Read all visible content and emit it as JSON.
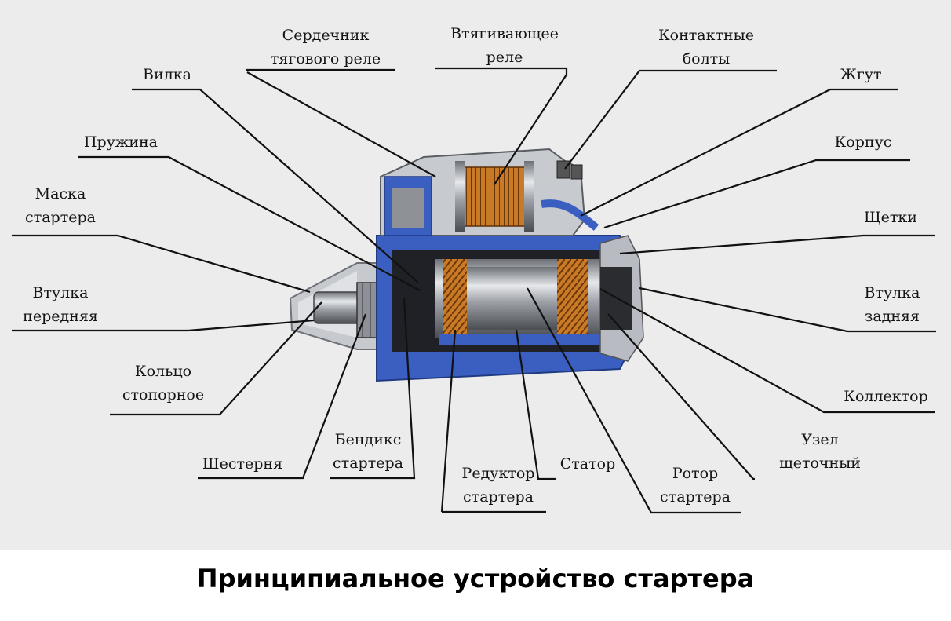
{
  "caption": "Принципиальное устройство стартера",
  "colors": {
    "background": "#ececec",
    "leader_line": "#111111",
    "housing": "#3a5fc0",
    "metal": "#b8bcc2",
    "winding": "#c8741e"
  },
  "labels": {
    "serdechnik": [
      "Сердечник",
      "тягового реле"
    ],
    "vtyagivayushchee": [
      "Втягивающее",
      "реле"
    ],
    "kontaktnye": [
      "Контактные",
      "болты"
    ],
    "vilka": "Вилка",
    "zhgut": "Жгут",
    "pruzhina": "Пружина",
    "korpus": "Корпус",
    "maska": [
      "Маска",
      "стартера"
    ],
    "shchetki": "Щетки",
    "vtulka_perednyaya": [
      "Втулка",
      "передняя"
    ],
    "vtulka_zadnyaya": [
      "Втулка",
      "задняя"
    ],
    "koltso": [
      "Кольцо",
      "стопорное"
    ],
    "kollektor": "Коллектор",
    "bendiks": [
      "Бендикс",
      "стартера"
    ],
    "uzel": [
      "Узел",
      "щеточный"
    ],
    "shesternya": "Шестерня",
    "statov": "Статор",
    "reduktor": [
      "Редуктор",
      "стартера"
    ],
    "rotor": [
      "Ротор",
      "стартера"
    ]
  }
}
